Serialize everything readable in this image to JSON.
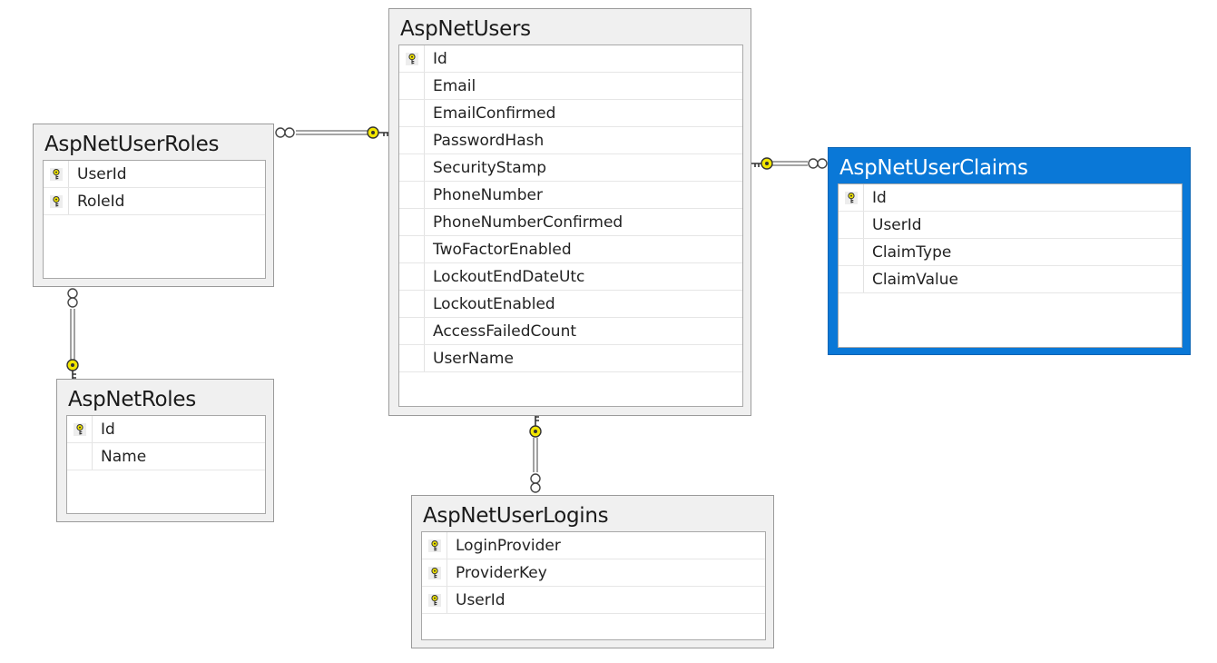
{
  "diagram": {
    "tables": [
      {
        "name": "AspNetUsers",
        "selected": false,
        "columns": [
          {
            "name": "Id",
            "pk": true
          },
          {
            "name": "Email",
            "pk": false
          },
          {
            "name": "EmailConfirmed",
            "pk": false
          },
          {
            "name": "PasswordHash",
            "pk": false
          },
          {
            "name": "SecurityStamp",
            "pk": false
          },
          {
            "name": "PhoneNumber",
            "pk": false
          },
          {
            "name": "PhoneNumberConfirmed",
            "pk": false
          },
          {
            "name": "TwoFactorEnabled",
            "pk": false
          },
          {
            "name": "LockoutEndDateUtc",
            "pk": false
          },
          {
            "name": "LockoutEnabled",
            "pk": false
          },
          {
            "name": "AccessFailedCount",
            "pk": false
          },
          {
            "name": "UserName",
            "pk": false
          }
        ]
      },
      {
        "name": "AspNetUserRoles",
        "selected": false,
        "columns": [
          {
            "name": "UserId",
            "pk": true
          },
          {
            "name": "RoleId",
            "pk": true
          }
        ]
      },
      {
        "name": "AspNetRoles",
        "selected": false,
        "columns": [
          {
            "name": "Id",
            "pk": true
          },
          {
            "name": "Name",
            "pk": false
          }
        ]
      },
      {
        "name": "AspNetUserClaims",
        "selected": true,
        "columns": [
          {
            "name": "Id",
            "pk": true
          },
          {
            "name": "UserId",
            "pk": false
          },
          {
            "name": "ClaimType",
            "pk": false
          },
          {
            "name": "ClaimValue",
            "pk": false
          }
        ]
      },
      {
        "name": "AspNetUserLogins",
        "selected": false,
        "columns": [
          {
            "name": "LoginProvider",
            "pk": true
          },
          {
            "name": "ProviderKey",
            "pk": true
          },
          {
            "name": "UserId",
            "pk": true
          }
        ]
      }
    ],
    "relationships": [
      {
        "one": "AspNetUsers",
        "many": "AspNetUserRoles"
      },
      {
        "one": "AspNetUsers",
        "many": "AspNetUserClaims"
      },
      {
        "one": "AspNetRoles",
        "many": "AspNetUserRoles"
      },
      {
        "one": "AspNetUsers",
        "many": "AspNetUserLogins"
      }
    ],
    "colors": {
      "selected_table": "#0a78d7",
      "key_icon": "#f2e600",
      "connector_line": "#6e6e6e"
    },
    "icons": {
      "primary_key": "key-icon",
      "relationship_one_end": "key-icon",
      "relationship_many_end": "infinity-icon"
    }
  }
}
